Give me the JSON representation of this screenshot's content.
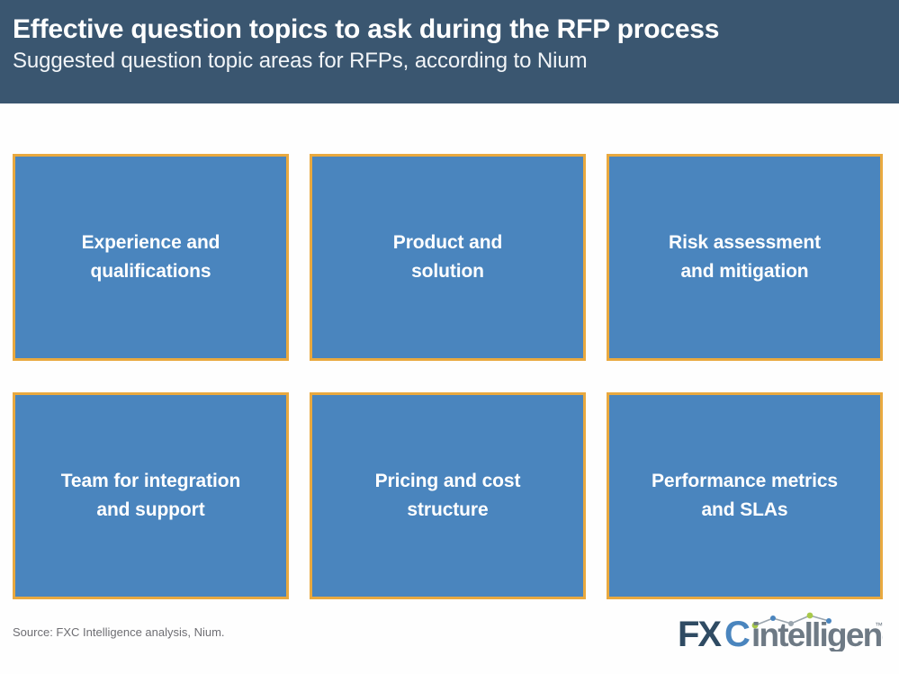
{
  "header": {
    "title": "Effective question topics to ask during the RFP process",
    "subtitle": "Suggested question topic areas for RFPs, according to Nium",
    "background_color": "#3A5670",
    "text_color": "#FFFFFF"
  },
  "grid": {
    "columns": 3,
    "rows": 2,
    "box_fill_color": "#4A85BE",
    "box_border_color": "#E9A93F",
    "box_text_color": "#FFFFFF",
    "boxes": [
      {
        "label": "Experience and\nqualifications"
      },
      {
        "label": "Product and\nsolution"
      },
      {
        "label": "Risk assessment\nand mitigation"
      },
      {
        "label": "Team for integration\nand support"
      },
      {
        "label": "Pricing and cost\nstructure"
      },
      {
        "label": "Performance metrics\nand SLAs"
      }
    ]
  },
  "footer": {
    "source": "Source: FXC Intelligence analysis, Nium.",
    "source_color": "#6E6E73",
    "logo": {
      "part_fx": "FX",
      "part_c": "C",
      "part_intelligence": "intelligence",
      "trademark": "™",
      "fx_color": "#2F4B63",
      "c_color": "#4A85BE",
      "intelligence_color": "#6E7A85",
      "dot_green_color": "#A8C94A",
      "dot_blue_color": "#4A85BE",
      "line_color": "#9AA5AE"
    }
  },
  "page": {
    "background_color": "#FEFEFE"
  }
}
